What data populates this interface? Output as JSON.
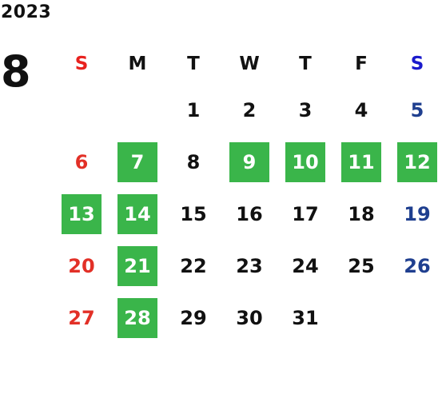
{
  "calendar": {
    "year": "2023",
    "month": "8",
    "weekdays": [
      "S",
      "M",
      "T",
      "W",
      "T",
      "F",
      "S"
    ],
    "first_weekday": 2,
    "days_in_month": 31,
    "highlighted_days": [
      7,
      9,
      10,
      11,
      12,
      13,
      14,
      21,
      28
    ],
    "colors": {
      "highlight": "#3ab54a",
      "sunday": "#e23027",
      "saturday": "#1f3f8f",
      "text": "#111111"
    }
  }
}
